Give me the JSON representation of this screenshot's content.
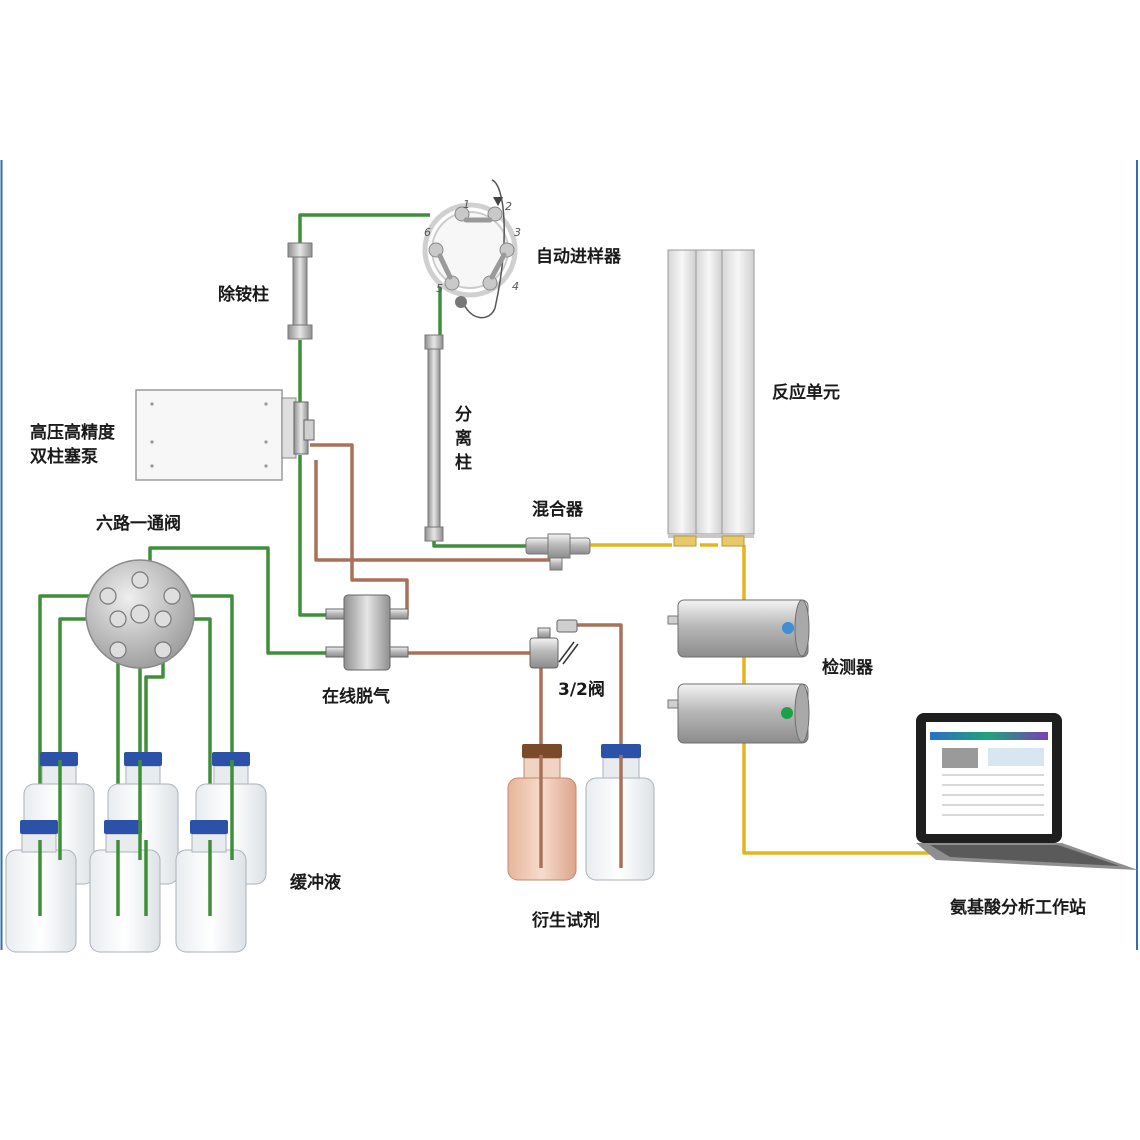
{
  "labels": {
    "autosampler": "自动进样器",
    "ammonia_column": "除铵柱",
    "separation_column": [
      "分",
      "离",
      "柱"
    ],
    "pump": [
      "高压高精度",
      "双柱塞泵"
    ],
    "reaction_unit": "反应单元",
    "mixer": "混合器",
    "six_way_valve": "六路一通阀",
    "degasser": "在线脱气",
    "three_two_valve": "3/2阀",
    "detector": "检测器",
    "buffer": "缓冲液",
    "derivatization_reagent": "衍生试剂",
    "workstation": "氨基酸分析工作站"
  },
  "valve_ports": [
    "1",
    "2",
    "3",
    "4",
    "5",
    "6"
  ],
  "colors": {
    "green_line": "#3f8f3a",
    "brown_line": "#a8725a",
    "yellow_line": "#e3b51e",
    "bottle_cap": "#2b52a8",
    "reagent_cap": "#7a4a2a",
    "detector_dot_1": "#3d8fd6",
    "detector_dot_2": "#1ea04a",
    "page_border": "#2e6fb0"
  },
  "icons": [
    "pump-icon",
    "column-icon",
    "valve-icon",
    "mixer-icon",
    "degasser-icon",
    "detector-icon",
    "bottle-icon",
    "laptop-icon"
  ]
}
